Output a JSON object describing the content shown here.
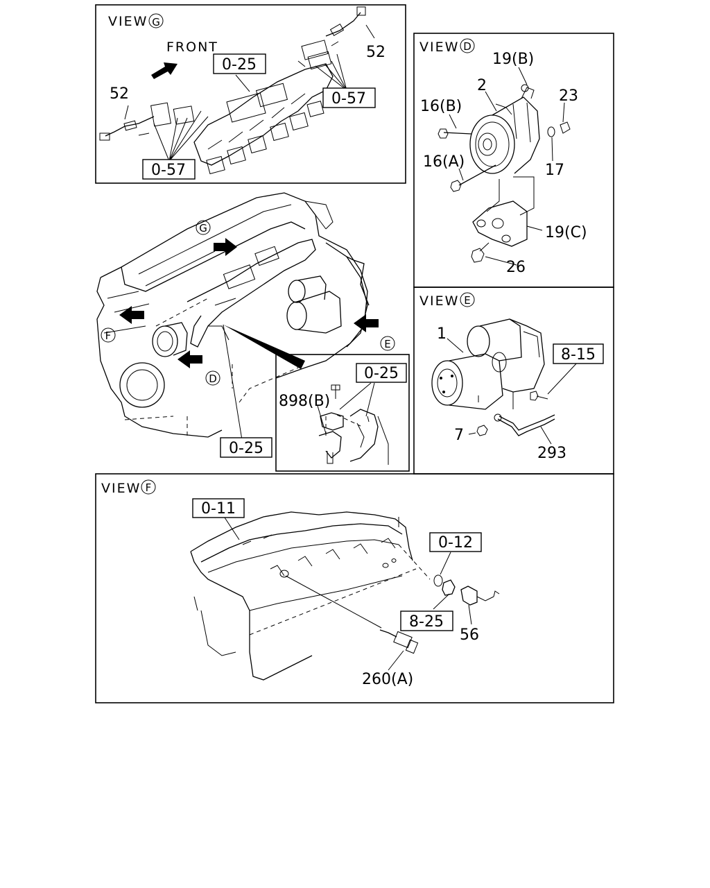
{
  "views": {
    "g": {
      "title": "VIEW",
      "letter": "G"
    },
    "d": {
      "title": "VIEW",
      "letter": "D"
    },
    "e": {
      "title": "VIEW",
      "letter": "E"
    },
    "f": {
      "title": "VIEW",
      "letter": "F"
    }
  },
  "callouts": {
    "front": "FRONT",
    "box_0_25_top": "0-25",
    "box_0_57_right": "0-57",
    "box_0_57_left": "0-57",
    "p52_right": "52",
    "p52_left": "52",
    "p19b": "19(B)",
    "p2": "2",
    "p23": "23",
    "p16b": "16(B)",
    "p16a": "16(A)",
    "p17": "17",
    "p19c": "19(C)",
    "p26": "26",
    "circle_g": "G",
    "circle_f": "F",
    "circle_d": "D",
    "circle_e": "E",
    "box_0_25_inset": "0-25",
    "p898b": "898(B)",
    "box_0_25_main": "0-25",
    "p1": "1",
    "box_8_15": "8-15",
    "p7": "7",
    "p293": "293",
    "box_0_11": "0-11",
    "box_0_12": "0-12",
    "box_8_25": "8-25",
    "p56": "56",
    "p260a": "260(A)"
  }
}
